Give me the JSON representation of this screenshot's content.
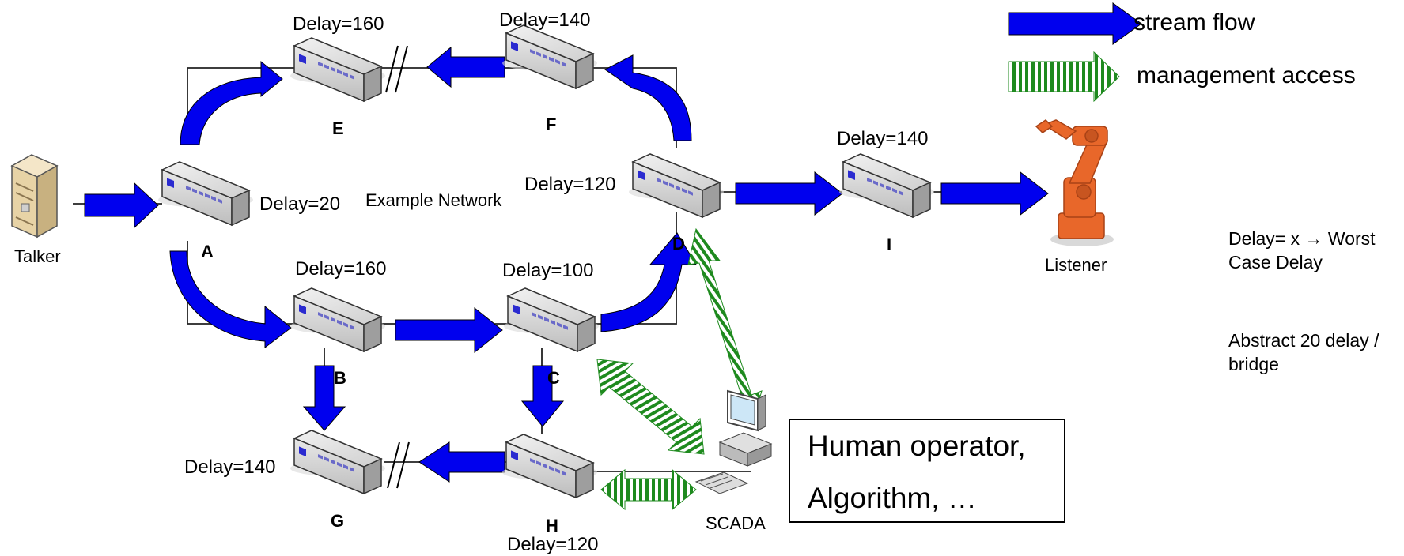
{
  "legend": {
    "stream_flow": "stream flow",
    "management_access": "management access",
    "colors": {
      "stream": "#0000ee",
      "management": "#1e8a1e"
    }
  },
  "title": "Example Network",
  "nodes": {
    "talker": "Talker",
    "listener": "Listener",
    "scada": "SCADA",
    "A": "A",
    "B": "B",
    "C": "C",
    "D": "D",
    "E": "E",
    "F": "F",
    "G": "G",
    "H": "H",
    "I": "I"
  },
  "delays": {
    "A": "Delay=20",
    "B": "Delay=160",
    "C": "Delay=100",
    "D": "Delay=120",
    "E": "Delay=160",
    "F": "Delay=140",
    "G": "Delay=140",
    "H": "Delay=120",
    "I": "Delay=140"
  },
  "notes": {
    "worst_case": "Delay= x → Worst Case Delay",
    "abstract": "Abstract 20 delay / bridge"
  },
  "operator_box": {
    "line1": "Human operator,",
    "line2": "Algorithm, …"
  },
  "icons": [
    "bridge-switch-icon",
    "server-tower-icon",
    "industrial-robot-icon",
    "scada-workstation-icon"
  ]
}
